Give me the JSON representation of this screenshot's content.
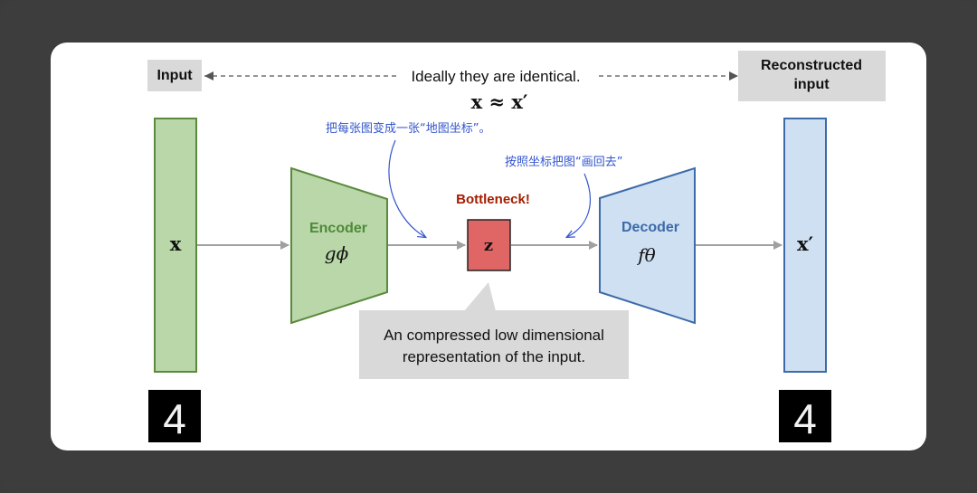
{
  "top": {
    "input_label": "Input",
    "ideal_text": "Ideally they are identical.",
    "equation": "x ≈ x′",
    "reconstructed_label_line1": "Reconstructed",
    "reconstructed_label_line2": "input"
  },
  "blocks": {
    "input_var": "x",
    "encoder_title": "Encoder",
    "encoder_fn": "gϕ",
    "bottleneck_title": "Bottleneck!",
    "bottleneck_var": "z",
    "decoder_title": "Decoder",
    "decoder_fn": "fθ",
    "output_var": "x′"
  },
  "callout": {
    "line1": "An compressed low dimensional",
    "line2": "representation of the input."
  },
  "annotations": {
    "note1": "把每张图变成一张“地图坐标”。",
    "note2": "按照坐标把图“画回去”"
  },
  "digit": "4",
  "colors": {
    "green_fill": "#b9d7a8",
    "green_stroke": "#5a8a3c",
    "blue_fill": "#cfe0f3",
    "blue_stroke": "#3d6aa8",
    "red_fill": "#e06666",
    "red_title": "#a61c00",
    "gray_box": "#d9d9d9",
    "arrow": "#a0a0a0",
    "note_blue": "#3355cc"
  }
}
